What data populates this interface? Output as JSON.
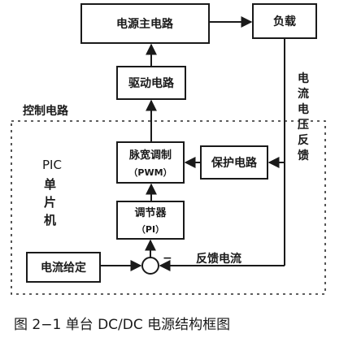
{
  "blocks": {
    "main_power": "电源主电路",
    "load": "负载",
    "driver": "驱动电路",
    "pwm_line1": "脉宽调制",
    "pwm_line2": "（PWM）",
    "regulator_line1": "调节器",
    "regulator_line2": "（PI）",
    "protection": "保护电路",
    "current_setpoint": "电流给定"
  },
  "labels": {
    "control_circuit": "控制电路",
    "pic": "PIC",
    "mcu_char1": "单",
    "mcu_char2": "片",
    "mcu_char3": "机",
    "feedback_vertical": [
      "电",
      "流",
      "电",
      "压",
      "反",
      "馈"
    ],
    "feedback_current": "反馈电流",
    "minus_sign": "−"
  },
  "caption": "图 2−1   单台 DC/DC 电源结构框图"
}
